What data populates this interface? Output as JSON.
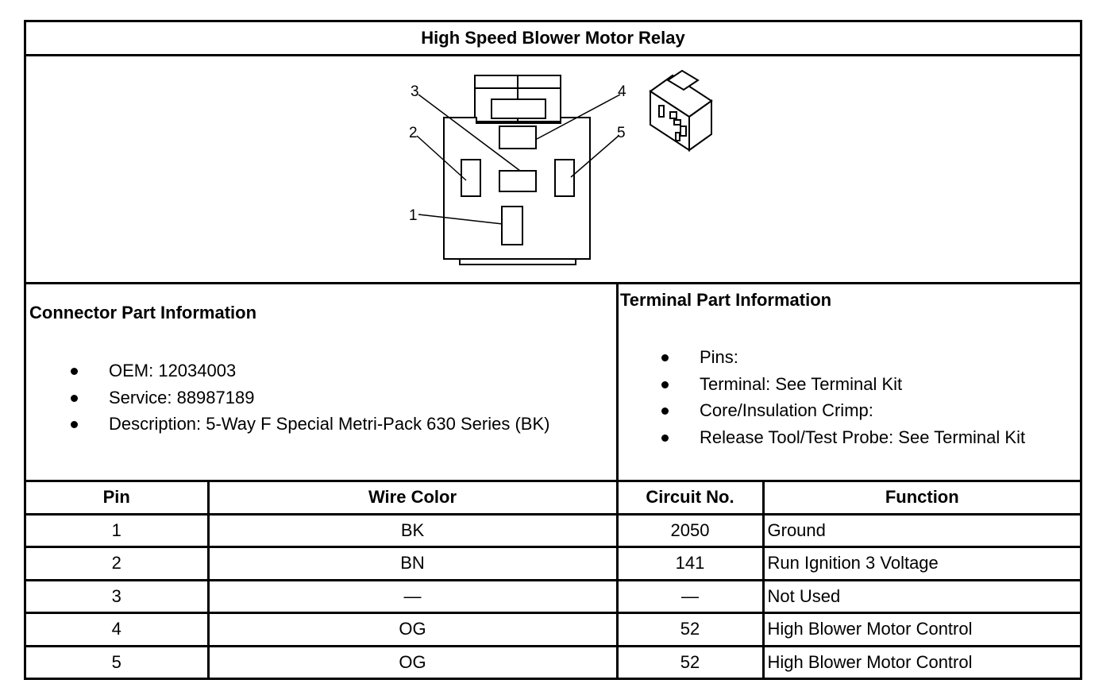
{
  "title": "High Speed Blower Motor Relay",
  "diagram": {
    "callouts": [
      "1",
      "2",
      "3",
      "4",
      "5"
    ]
  },
  "connector": {
    "heading": "Connector Part Information",
    "items": [
      "OEM: 12034003",
      "Service: 88987189",
      "Description: 5-Way F Special Metri-Pack 630 Series (BK)"
    ]
  },
  "terminal": {
    "heading": "Terminal Part Information",
    "items": [
      "Pins:",
      "Terminal: See Terminal Kit",
      "Core/Insulation Crimp:",
      "Release Tool/Test Probe: See Terminal Kit"
    ]
  },
  "table": {
    "headers": [
      "Pin",
      "Wire Color",
      "Circuit No.",
      "Function"
    ],
    "rows": [
      [
        "1",
        "BK",
        "2050",
        "Ground"
      ],
      [
        "2",
        "BN",
        "141",
        "Run Ignition 3 Voltage"
      ],
      [
        "3",
        "—",
        "—",
        "Not Used"
      ],
      [
        "4",
        "OG",
        "52",
        "High Blower Motor Control"
      ],
      [
        "5",
        "OG",
        "52",
        "High Blower Motor Control"
      ]
    ]
  }
}
